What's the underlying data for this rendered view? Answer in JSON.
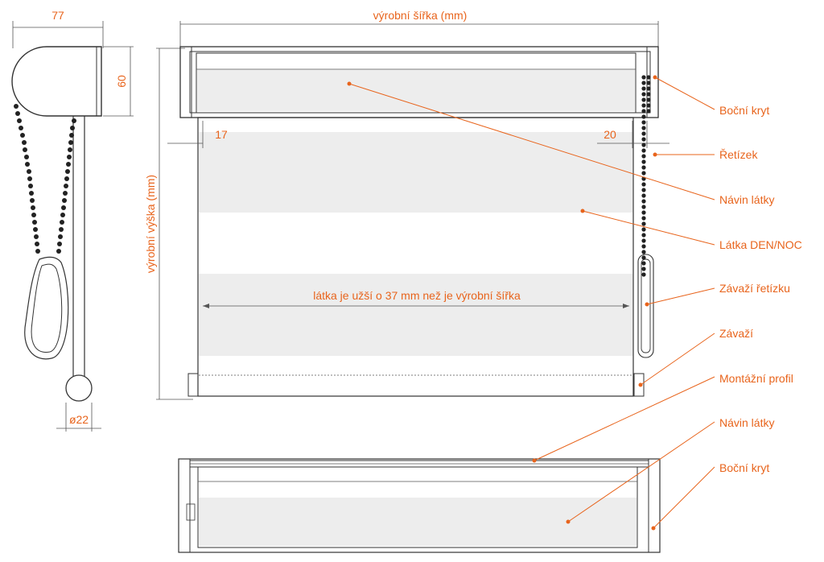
{
  "dimensions": {
    "depth": "77",
    "height": "60",
    "ball": "ø22",
    "width": "výrobní šířka (mm)",
    "vheight": "výrobní výška (mm)",
    "left_gap": "17",
    "right_gap": "20",
    "fabric_note": "látka je užší o 37 mm než je výrobní šířka"
  },
  "labels": {
    "side_cover": "Boční kryt",
    "chain": "Řetízek",
    "fabric_roll": "Návin látky",
    "fabric": "Látka DEN/NOC",
    "chain_weight": "Závaží řetízku",
    "weight": "Závaží",
    "mount_profile": "Montážní profil",
    "fabric_roll_2": "Návin látky",
    "side_cover_2": "Boční kryt"
  },
  "colors": {
    "accent": "#e8641c",
    "stroke": "#333333",
    "fabric_stripe": "#ededed"
  }
}
